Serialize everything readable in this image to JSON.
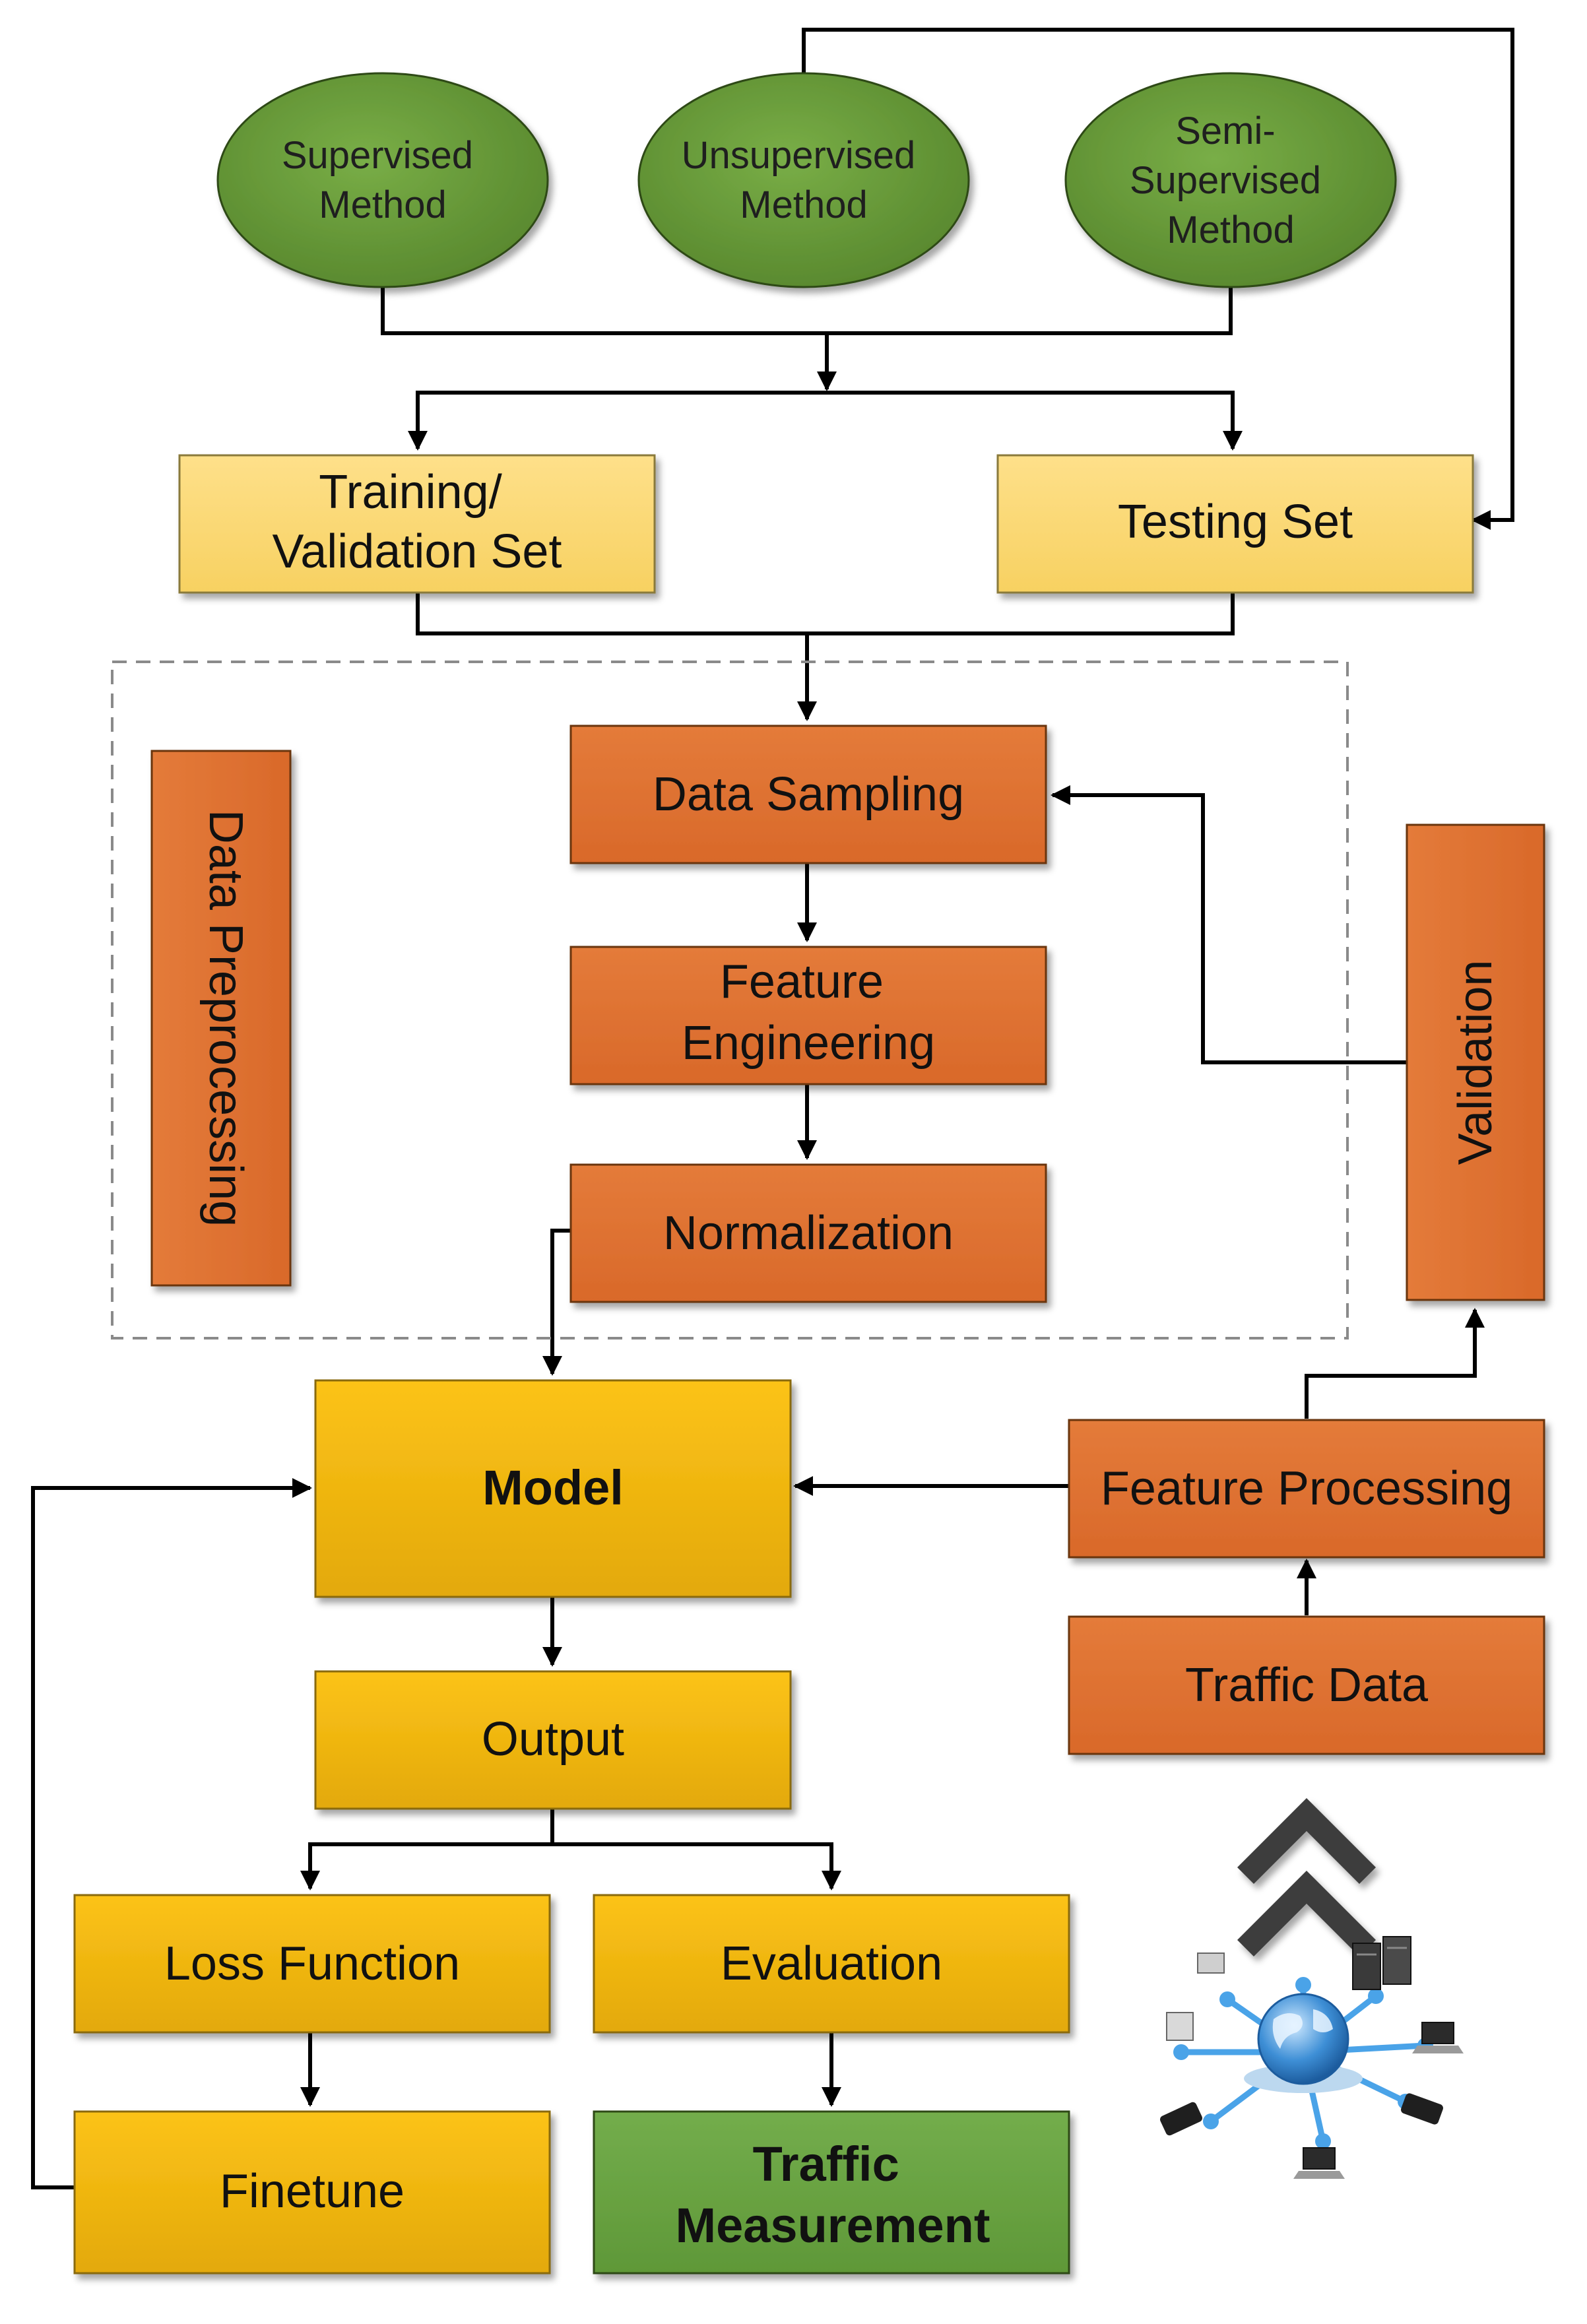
{
  "colors": {
    "ellipse_fill": "#6a9d3a",
    "yellow_box": "#fbd970",
    "orange_box": "#e0783a",
    "gold_box": "#f2b811",
    "green_box": "#6aa343",
    "dashed_border": "#808080",
    "connector": "#000000"
  },
  "methods": {
    "supervised": [
      "Supervised",
      "Method"
    ],
    "unsupervised": [
      "Unsupervised",
      "Method"
    ],
    "semi_supervised": [
      "Semi-",
      "Supervised",
      "Method"
    ]
  },
  "sets": {
    "training": [
      "Training/",
      "Validation Set"
    ],
    "testing": "Testing Set"
  },
  "preprocessing": {
    "group_label": "Data Preprocessing",
    "data_sampling": "Data Sampling",
    "feature_engineering": [
      "Feature",
      "Engineering"
    ],
    "normalization": "Normalization"
  },
  "validation": "Validation",
  "model": "Model",
  "feature_processing": "Feature Processing",
  "traffic_data": "Traffic Data",
  "output": "Output",
  "loss_function": "Loss Function",
  "evaluation": "Evaluation",
  "finetune": "Finetune",
  "traffic_measurement": [
    "Traffic",
    "Measurement"
  ],
  "icons": {
    "network": "network-globe-icon",
    "uplink": "double-chevron-up-icon"
  }
}
